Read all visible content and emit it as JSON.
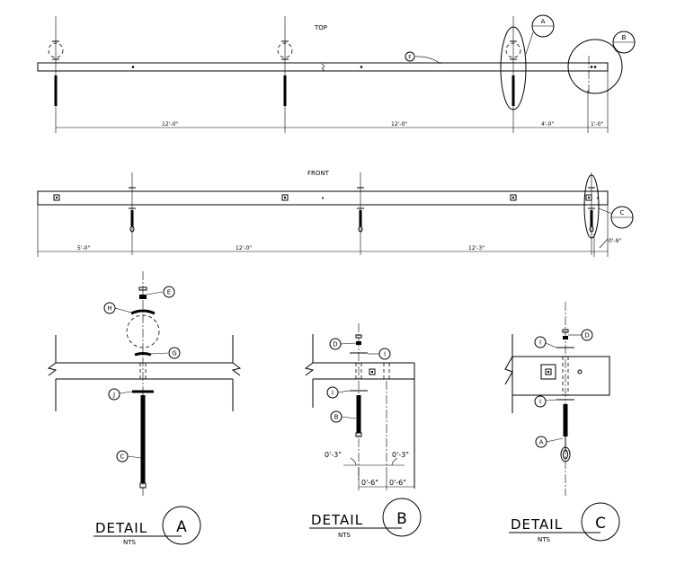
{
  "views": {
    "top": "TOP",
    "front": "FRONT"
  },
  "top_dims": [
    "12'-0\"",
    "12'-0\"",
    "4'-0\"",
    "1'-0\""
  ],
  "front_dims": [
    "5'-0\"",
    "12'-0\"",
    "12'-3\""
  ],
  "front_side_dim": "0'-9\"",
  "callouts": {
    "a": "A",
    "b": "B",
    "c": "C",
    "d": "D",
    "e": "E",
    "f": "F",
    "g": "G",
    "h": "H",
    "i": "I",
    "j": "J"
  },
  "detail_b_dims": {
    "left_offset": "0'-3\"",
    "right_offset": "0'-3\"",
    "left_span": "0'-6\"",
    "right_span": "0'-6\""
  },
  "details": [
    {
      "word": "DETAIL",
      "letter": "A",
      "scale": "NTS"
    },
    {
      "word": "DETAIL",
      "letter": "B",
      "scale": "NTS"
    },
    {
      "word": "DETAIL",
      "letter": "C",
      "scale": "NTS"
    }
  ]
}
